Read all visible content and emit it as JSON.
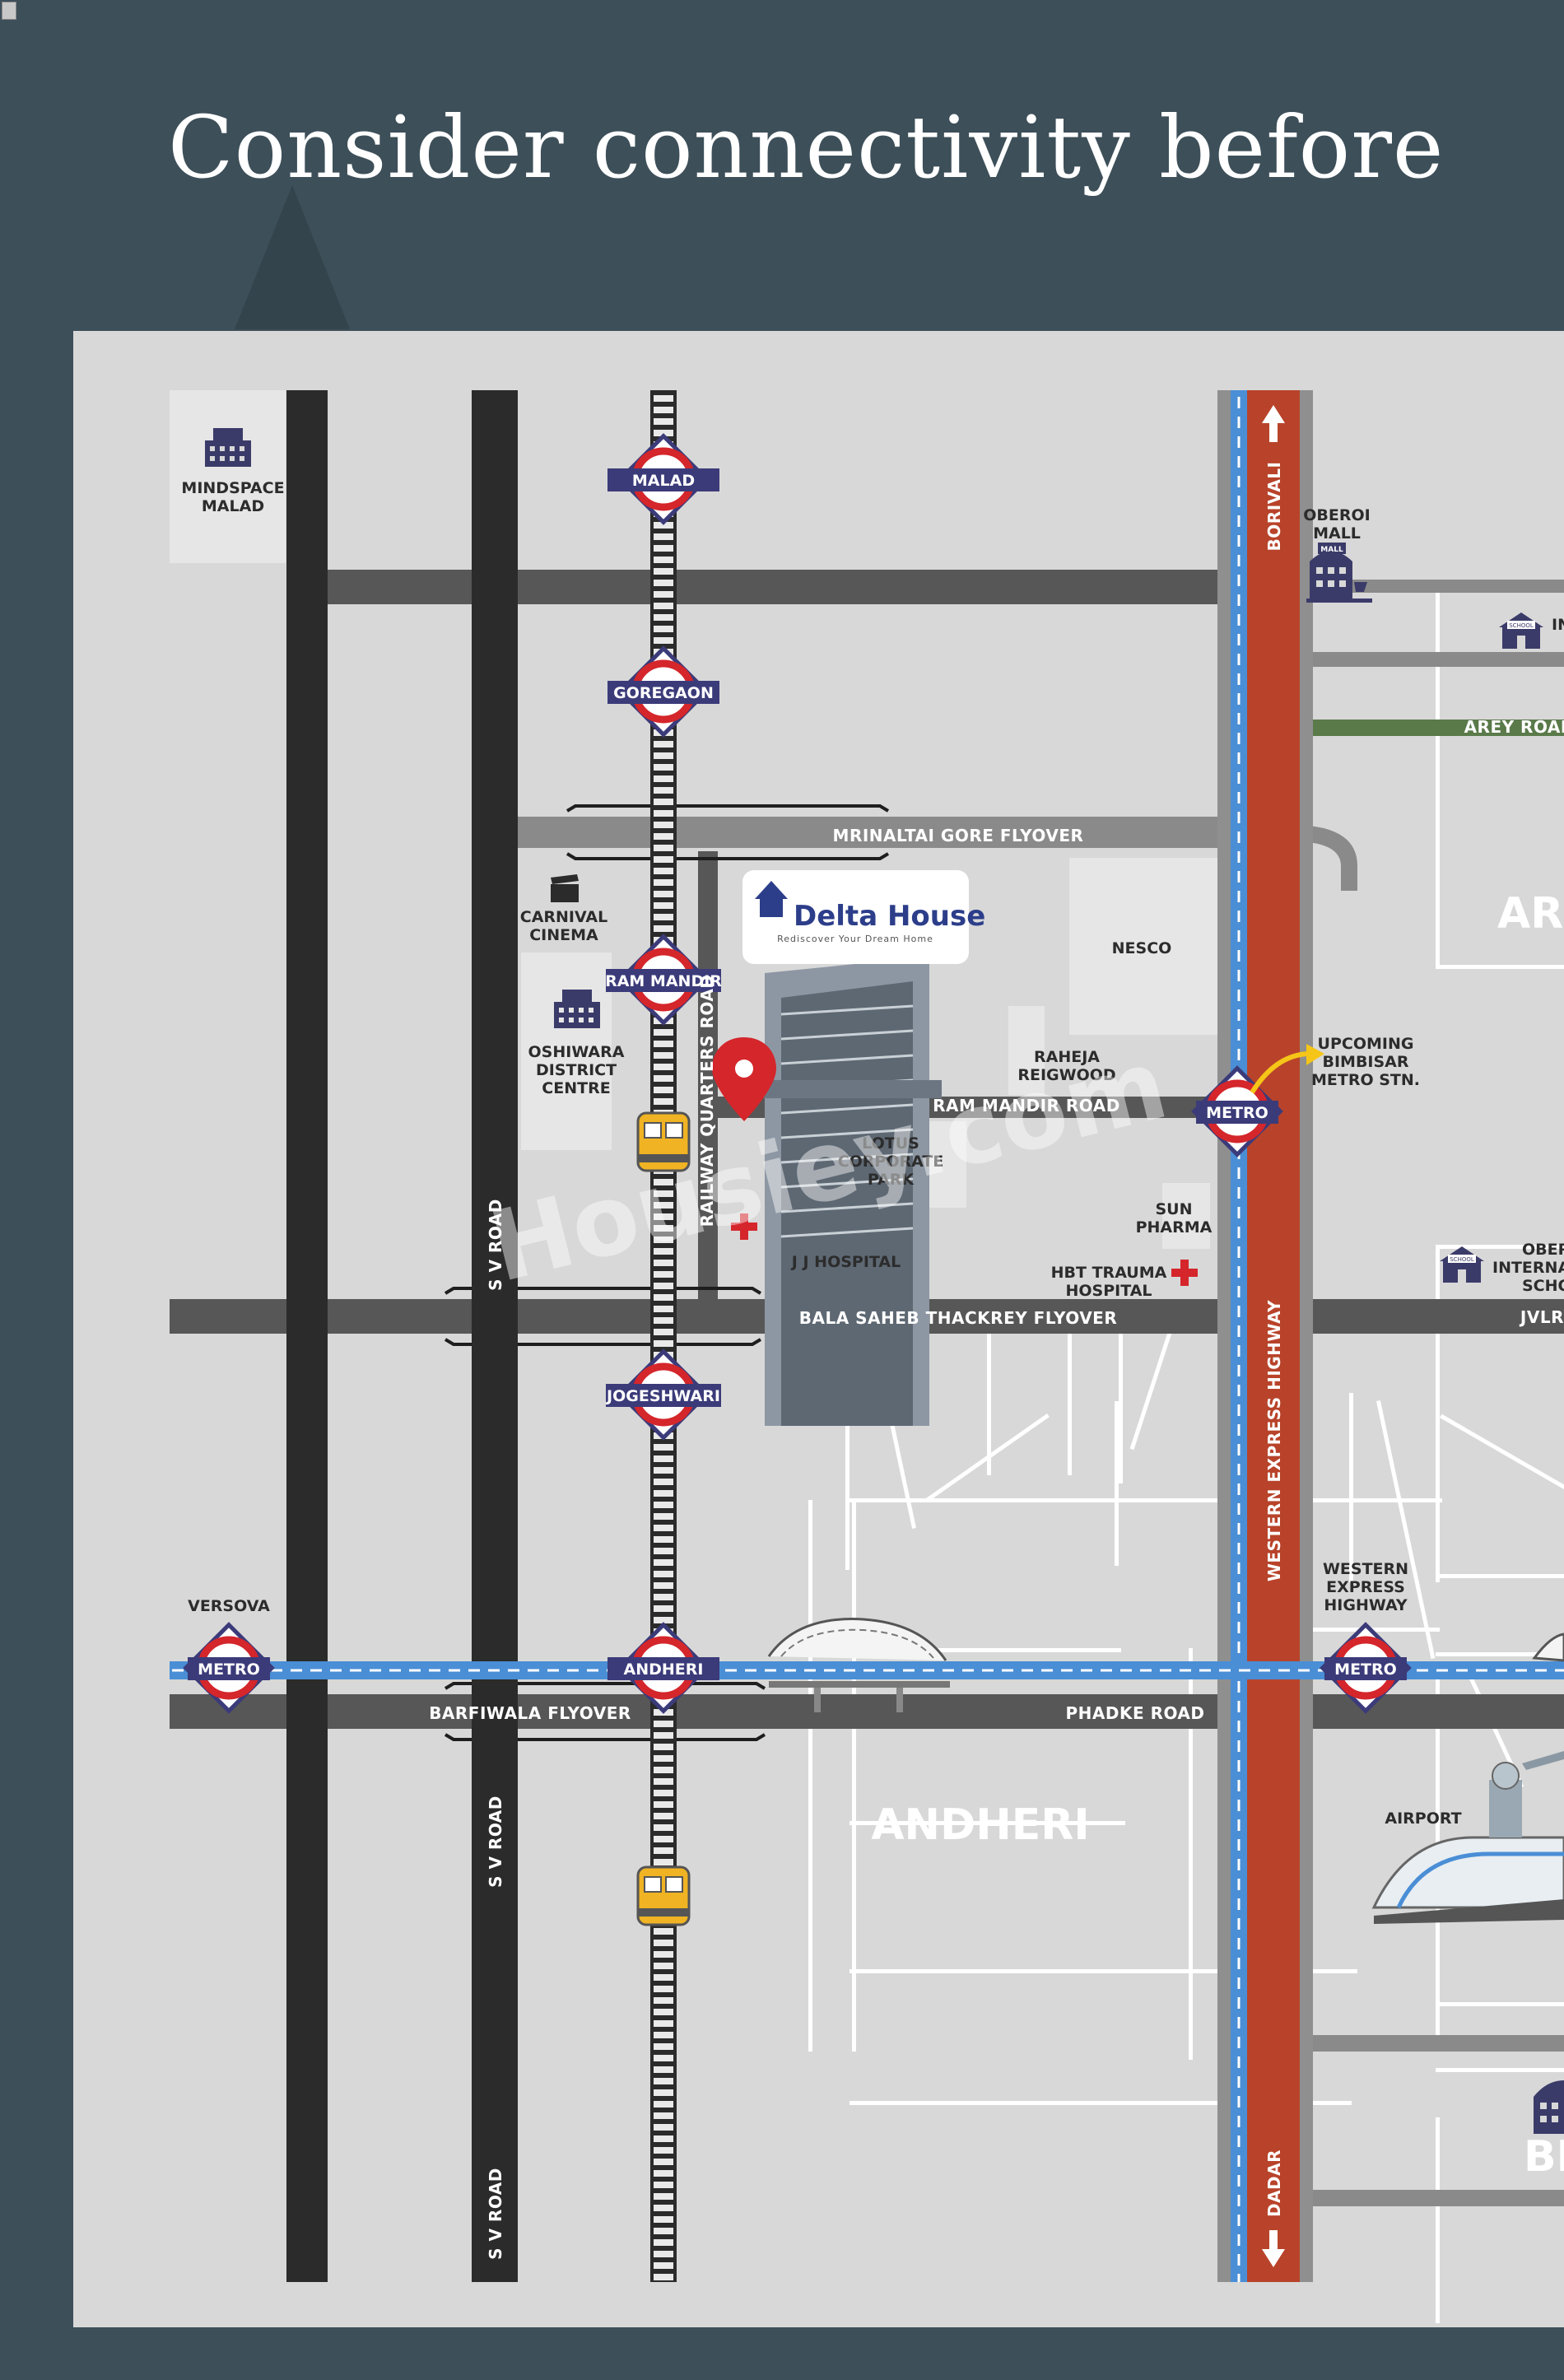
{
  "headline": "Consider connectivity before",
  "logo": {
    "name": "Delta House",
    "tagline": "Rediscover Your Dream Home"
  },
  "watermark": "Housiey.com",
  "stations": {
    "malad": "MALAD",
    "goregaon": "GOREGAON",
    "ram_mandir": "RAM MANDIR",
    "jogeshwari": "JOGESHWARI",
    "andheri": "ANDHERI",
    "metro": "METRO"
  },
  "roads": {
    "sv_road": "S V ROAD",
    "mrinaltai": "MRINALTAI GORE FLYOVER",
    "railway_quarters": "RAILWAY QUARTERS ROAD",
    "ram_mandir_road": "RAM MANDIR ROAD",
    "bala_saheb": "BALA SAHEB THACKREY FLYOVER",
    "barfiwala": "BARFIWALA FLYOVER",
    "phadke": "PHADKE ROAD",
    "weh": "WESTERN EXPRESS HIGHWAY",
    "borivali": "BORIVALI",
    "dadar": "DADAR",
    "arey": "AREY ROAD",
    "jvlr": "JVLR"
  },
  "places": {
    "mindspace_1": "MINDSPACE",
    "mindspace_2": "MALAD",
    "carnival_1": "CARNIVAL",
    "carnival_2": "CINEMA",
    "oshiwara_1": "OSHIWARA",
    "oshiwara_2": "DISTRICT",
    "oshiwara_3": "CENTRE",
    "nesco": "NESCO",
    "raheja_1": "RAHEJA",
    "raheja_2": "REIGWOOD",
    "lotus_1": "LOTUS",
    "lotus_2": "CORPORATE",
    "lotus_3": "PARK",
    "jj_hospital": "J J HOSPITAL",
    "sun_1": "SUN",
    "sun_2": "PHARMA",
    "hbt_1": "HBT TRAUMA",
    "hbt_2": "HOSPITAL",
    "upcoming_1": "UPCOMING",
    "upcoming_2": "BIMBISAR",
    "upcoming_3": "METRO STN.",
    "oberoi_1": "OBEROI",
    "oberoi_2": "MALL",
    "oberoi_school_1": "OBER",
    "oberoi_school_2": "INTERNAT",
    "oberoi_school_3": "SCHO",
    "school_partial": "IN",
    "versova": "VERSOVA",
    "weh_metro_1": "WESTERN",
    "weh_metro_2": "EXPRESS",
    "weh_metro_3": "HIGHWAY",
    "airport": "AIRPORT",
    "andheri_area": "ANDHERI",
    "aarey_partial": "ARI",
    "bottom_partial": "BI",
    "mall_sign": "MALL",
    "school_sign": "SCHOOL"
  },
  "colors": {
    "background": "#3d4f59",
    "map": "#d8d8d8",
    "road_dark": "#2b2b2b",
    "road_grey": "#575757",
    "highway_red": "#b8432a",
    "metro_blue": "#4a8ed6",
    "station_navy": "#3b3b7a",
    "station_red": "#d4262b",
    "arey_green": "#5a7a4a"
  }
}
